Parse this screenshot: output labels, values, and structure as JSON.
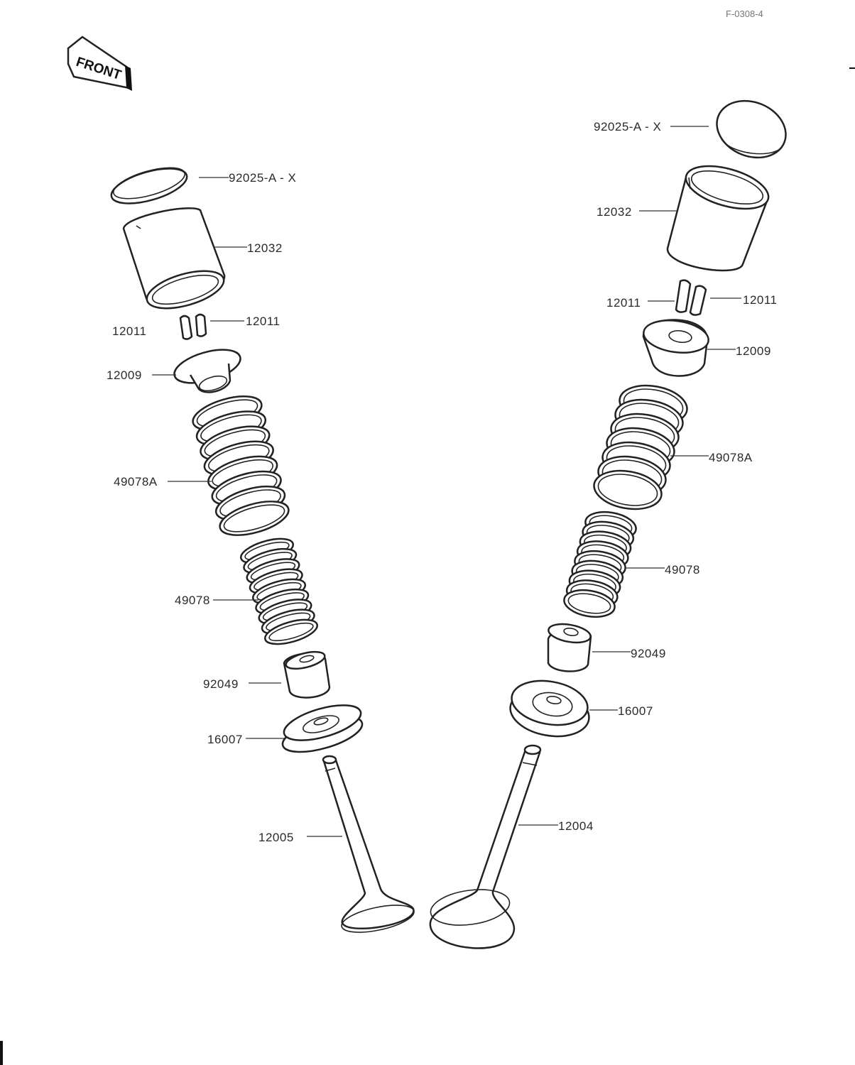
{
  "page_ref": "F-0308-4",
  "front_badge": "FRONT",
  "left_column": {
    "shim": "92025-A - X",
    "tappet": "12032",
    "keeper_left": "12011",
    "keeper_right": "12011",
    "retainer": "12009",
    "outer_spring": "49078A",
    "inner_spring": "49078",
    "stem_seal": "92049",
    "spring_seat": "16007",
    "valve": "12005"
  },
  "right_column": {
    "shim": "92025-A - X",
    "tappet": "12032",
    "keeper_left": "12011",
    "keeper_right": "12011",
    "retainer": "12009",
    "outer_spring": "49078A",
    "inner_spring": "49078",
    "stem_seal": "92049",
    "spring_seat": "16007",
    "valve": "12004"
  },
  "colors": {
    "line": "#222222",
    "background": "#ffffff"
  }
}
